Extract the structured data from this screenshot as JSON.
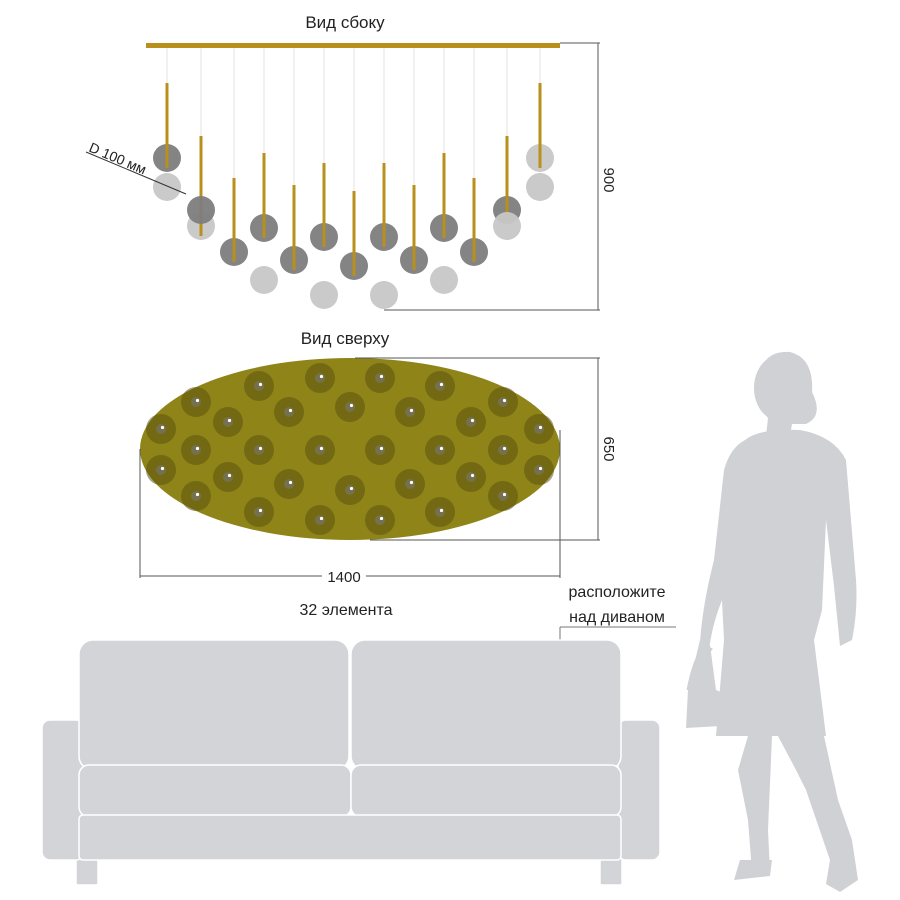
{
  "labels": {
    "side_view": "Вид сбоку",
    "top_view": "Вид сверху",
    "diameter": "D 100 мм",
    "height_dim": "900",
    "depth_dim": "650",
    "width_dim": "1400",
    "count": "32 элемента",
    "place_line1": "расположите",
    "place_line2": "над диваном"
  },
  "colors": {
    "brass": "#b8901b",
    "top_fill": "#8f8418",
    "globe_dark": "#7d7d7d",
    "globe_light": "#c7c7c7",
    "sofa": "#d3d4d8",
    "person": "#d0d1d5",
    "dim_line": "#555555"
  }
}
